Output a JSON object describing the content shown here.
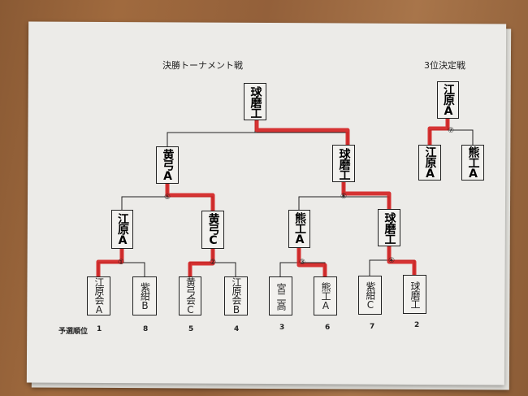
{
  "titles": {
    "main": "決勝トーナメント戦",
    "third": "3位決定戦"
  },
  "final": {
    "champion": "球磨工"
  },
  "semifinal": [
    "黄弓A",
    "球磨工"
  ],
  "quarterfinal": [
    "江原A",
    "黄弓C",
    "熊工A",
    "球磨工"
  ],
  "first_round": [
    "江原会A",
    "紫紺B",
    "黄弓会C",
    "江原会B",
    "宮二高",
    "熊工A",
    "紫紺C",
    "球磨工"
  ],
  "match_numbers": [
    "①",
    "②",
    "③",
    "④",
    "⑤",
    "⑥",
    "⑦"
  ],
  "ranks": {
    "label": "予選順位",
    "values": [
      "1",
      "8",
      "5",
      "4",
      "3",
      "6",
      "7",
      "2"
    ]
  },
  "third_place": {
    "winner": "江原A",
    "teams": [
      "江原A",
      "熊工A"
    ]
  },
  "colors": {
    "highlight": "#d42020",
    "ink": "#1a1a1a"
  }
}
